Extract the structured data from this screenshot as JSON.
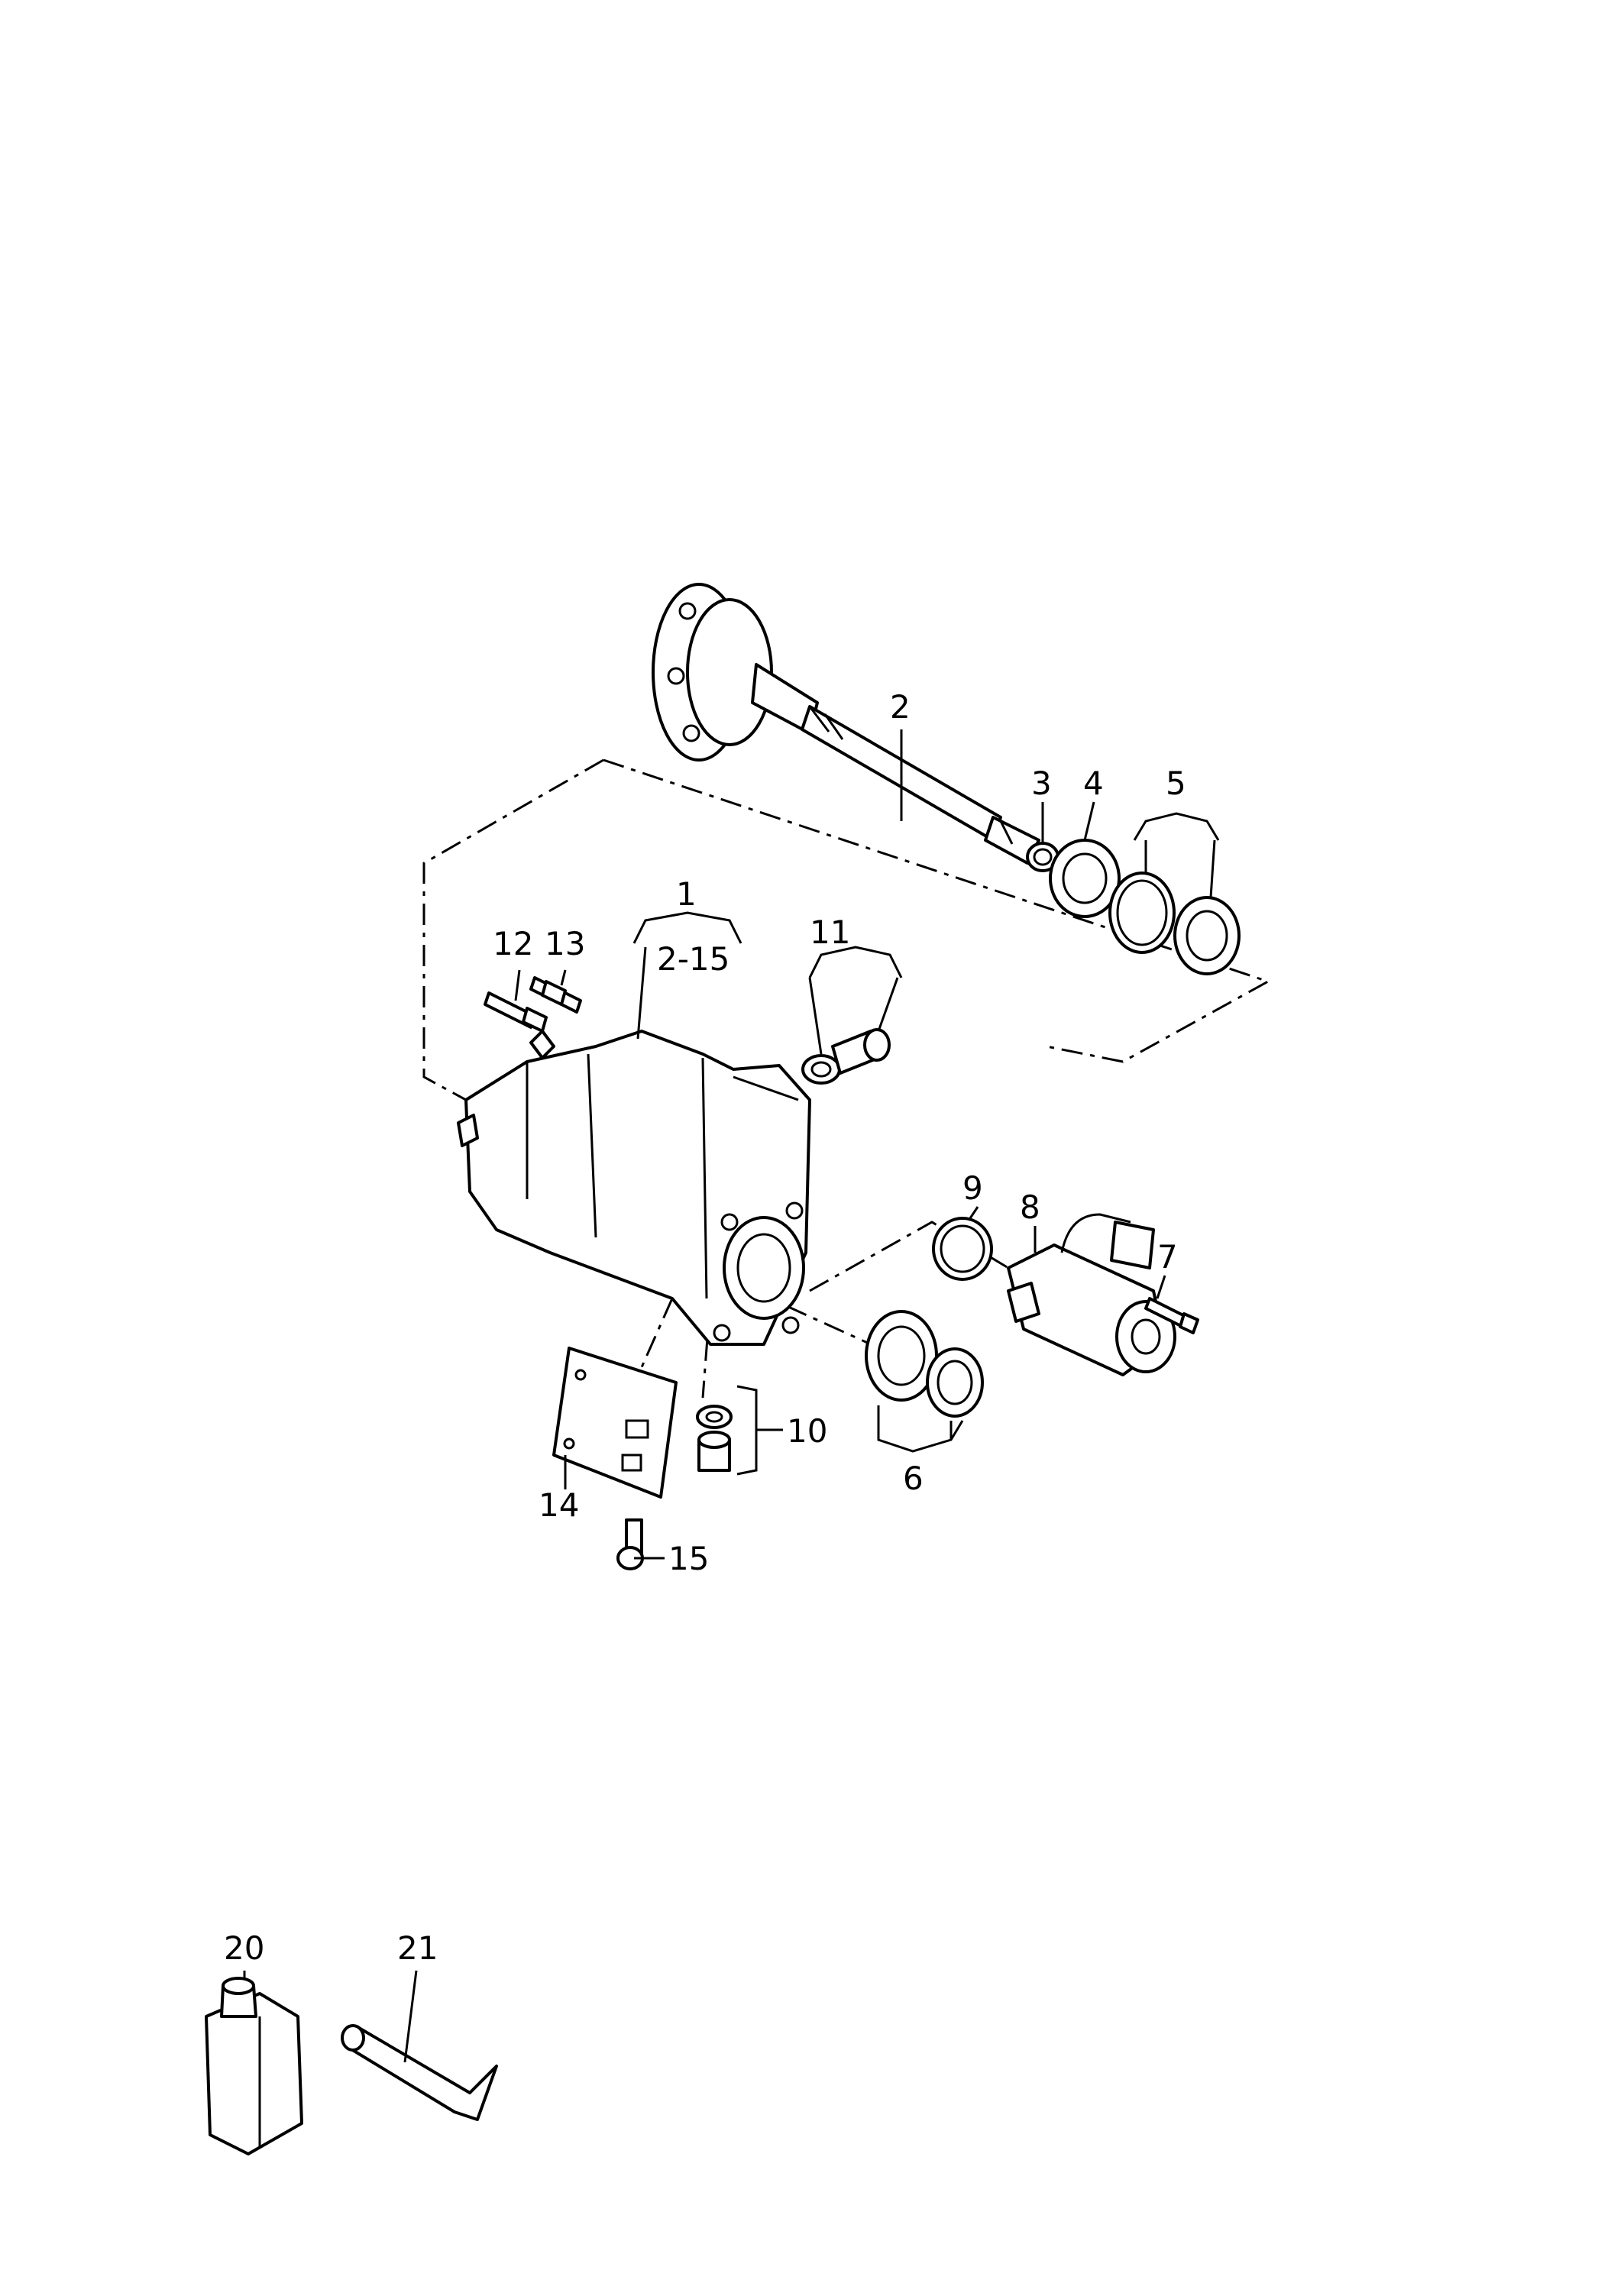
{
  "callouts": {
    "c1": "1",
    "c1_range": "2-15",
    "c2": "2",
    "c3": "3",
    "c4": "4",
    "c5": "5",
    "c6": "6",
    "c7": "7",
    "c8": "8",
    "c9": "9",
    "c10": "10",
    "c11": "11",
    "c12": "12",
    "c13": "13",
    "c14": "14",
    "c15": "15",
    "c20": "20",
    "c21": "21"
  }
}
